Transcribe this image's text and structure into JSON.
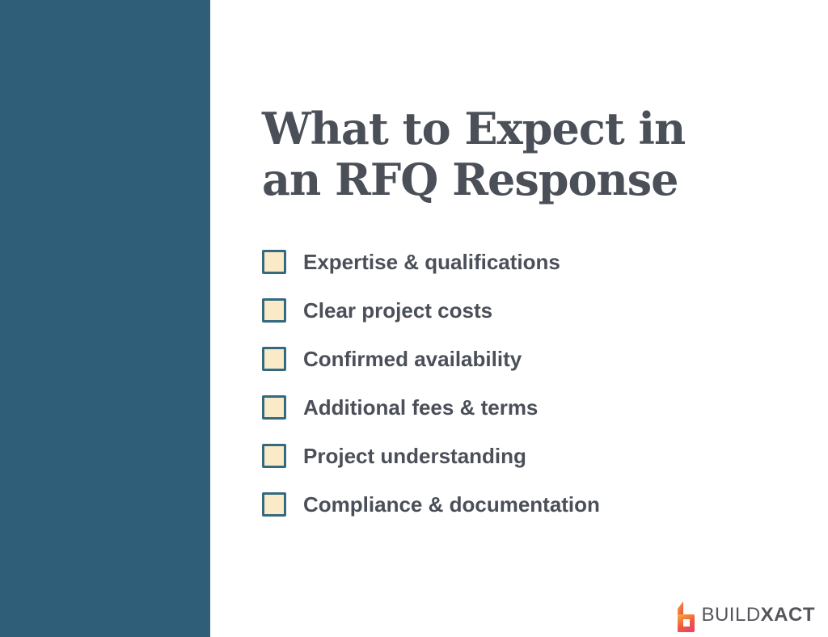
{
  "slide": {
    "title_line1": "What to Expect in",
    "title_line2": "an RFQ Response"
  },
  "checklist": {
    "items": [
      {
        "label": "Expertise & qualifications",
        "checked": false
      },
      {
        "label": "Clear project costs",
        "checked": false
      },
      {
        "label": "Confirmed availability",
        "checked": false
      },
      {
        "label": "Additional fees & terms",
        "checked": false
      },
      {
        "label": "Project understanding",
        "checked": false
      },
      {
        "label": "Compliance & documentation",
        "checked": false
      }
    ]
  },
  "logo": {
    "brand_prefix": "BUILD",
    "brand_suffix": "XACT",
    "icon": "buildxact-b-icon"
  },
  "colors": {
    "sidebar-teal": "#2F5F78",
    "title-text": "#4A4F58",
    "item-text": "#4A4F58",
    "checkbox-fill": "#FBEAC7",
    "checkbox-border": "#336A80",
    "logo-gray": "#54565C",
    "logo-orange": "#F9A13B",
    "logo-red": "#EF5A3D",
    "logo-pink": "#E8446C",
    "background": "#FFFFFF"
  }
}
